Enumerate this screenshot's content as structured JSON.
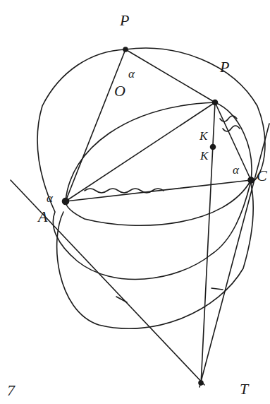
{
  "diagram": {
    "labels": [
      "P",
      "α",
      "O",
      "P",
      "K",
      "K",
      "α",
      "A",
      "α",
      "C",
      "T",
      "7"
    ]
  }
}
